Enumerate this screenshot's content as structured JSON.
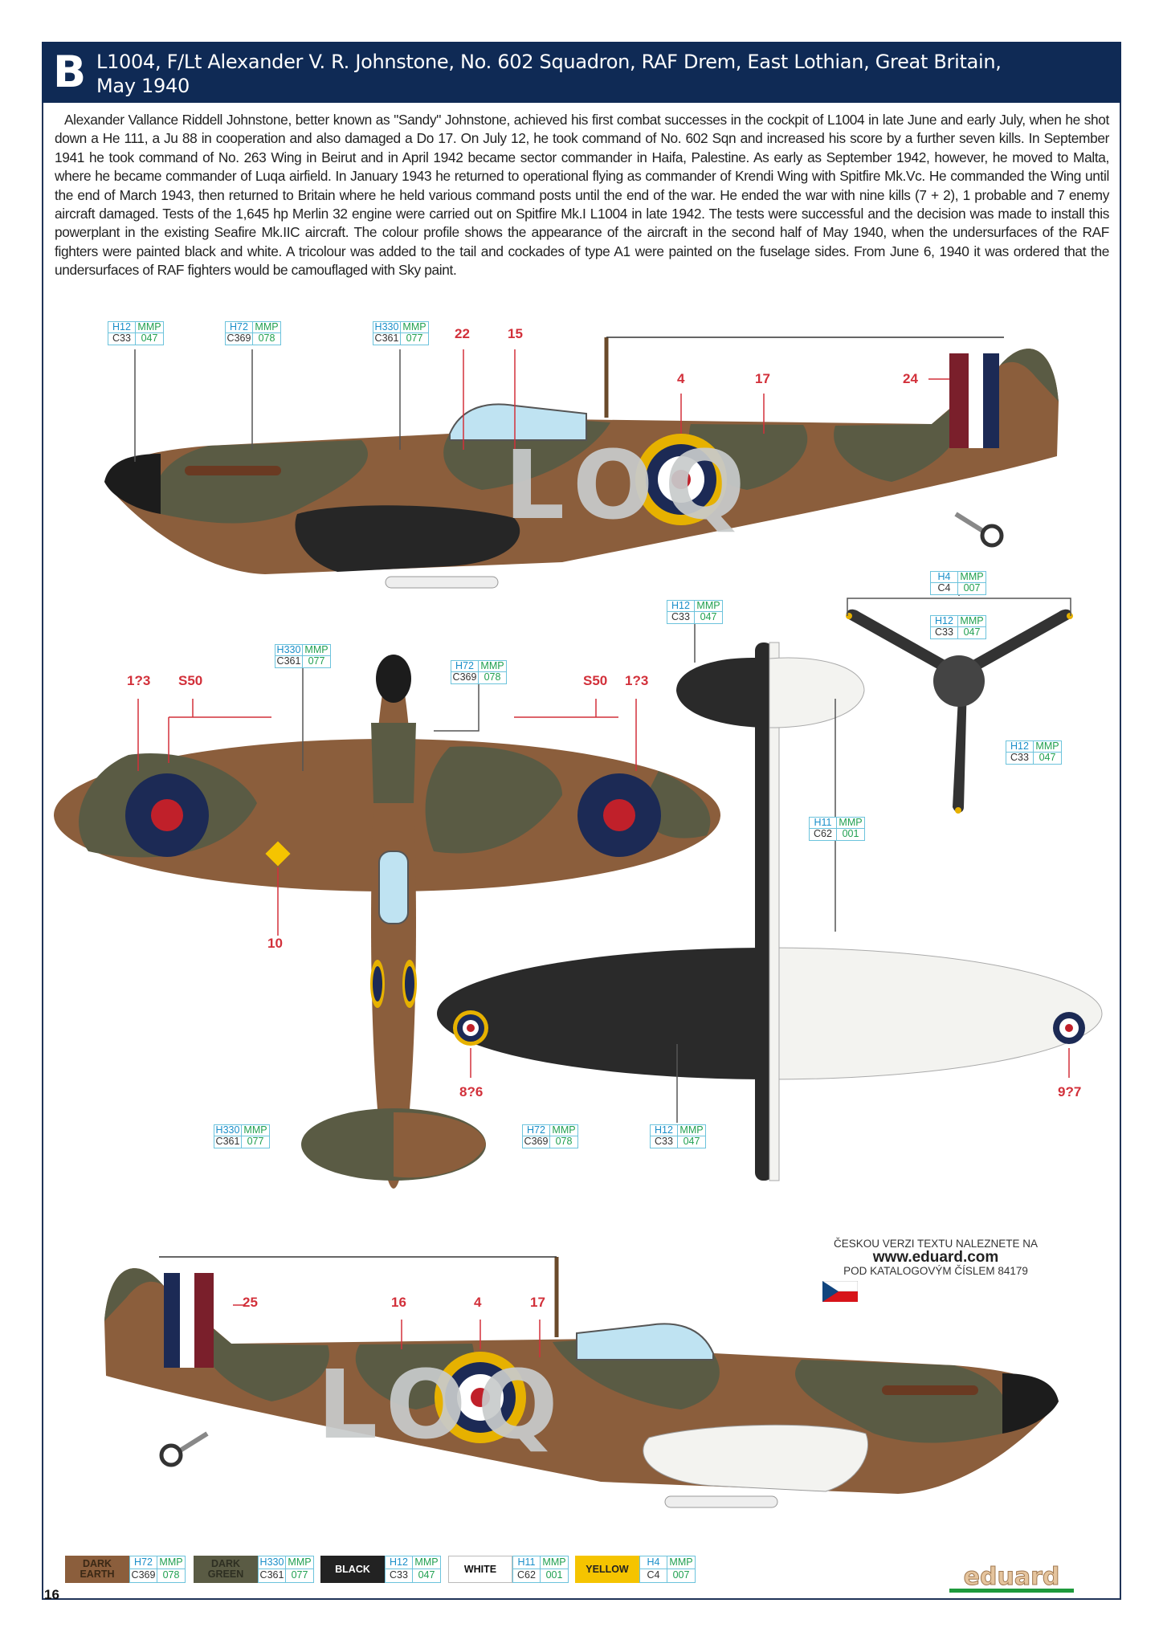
{
  "header": {
    "letter": "B",
    "title_line1": "L1004, F/Lt Alexander V. R. Johnstone, No. 602 Squadron, RAF Drem, East Lothian, Great Britain,",
    "title_line2": "May 1940"
  },
  "description": "Alexander Vallance Riddell Johnstone, better known as \"Sandy\" Johnstone, achieved his first combat successes in the cockpit of L1004 in late June and early July, when he shot down a He 111, a Ju 88 in cooperation and also damaged a Do 17. On July 12, he took command of No. 602 Sqn and increased his score by a further seven kills. In September 1941 he took command of No. 263 Wing in Beirut and in April 1942 became sector commander in Haifa, Palestine. As early as September 1942, however, he moved to Malta, where he became commander of Luqa airfield. In January 1943 he returned to operational flying as commander of Krendi Wing with Spitfire Mk.Vc. He commanded the Wing until the end of March 1943, then returned to Britain where he held various command posts until the end of the war. He ended the war with nine kills (7 + 2), 1 probable and 7 enemy aircraft damaged. Tests of the 1,645 hp Merlin 32 engine were carried out on Spitfire Mk.I L1004 in late 1942. The tests were successful and the decision was made to install this powerplant in the existing Seafire Mk.IIC aircraft. The colour profile shows the appearance of the aircraft in the second half of May 1940, when the undersurfaces of the RAF fighters were painted black and white. A tricolour was added to the tail and cockades of type A1 were painted on the fuselage sides. From June 6, 1940 it was ordered that the undersurfaces of RAF fighters would be camouflaged with Sky paint.",
  "aircraft_code": "LOQ",
  "paints": {
    "black": {
      "h": "H12",
      "m": "MMP",
      "c": "C33",
      "n": "047"
    },
    "earth": {
      "h": "H72",
      "m": "MMP",
      "c": "C369",
      "n": "078"
    },
    "green": {
      "h": "H330",
      "m": "MMP",
      "c": "C361",
      "n": "077"
    },
    "white": {
      "h": "H11",
      "m": "MMP",
      "c": "C62",
      "n": "001"
    },
    "yellow": {
      "h": "H4",
      "m": "MMP",
      "c": "C4",
      "n": "007"
    }
  },
  "stencil_numbers": {
    "top_profile": [
      "22",
      "15",
      "4",
      "17",
      "24"
    ],
    "top_view": [
      "1?3",
      "S50",
      "S50",
      "1?3",
      "10"
    ],
    "bottom_view": [
      "8?6",
      "9?7"
    ],
    "bottom_profile": [
      "25",
      "16",
      "4",
      "17"
    ]
  },
  "czech_note": {
    "line1": "ČESKOU VERZI TEXTU NALEZNETE NA",
    "url": "www.eduard.com",
    "line3": "POD KATALOGOVÝM ČÍSLEM 84179"
  },
  "legend": [
    {
      "name": "DARK EARTH",
      "color": "#8b5e3c",
      "text_color": "#3a2815"
    },
    {
      "name": "DARK GREEN",
      "color": "#5a5b44",
      "text_color": "#2e2f22"
    },
    {
      "name": "BLACK",
      "color": "#222222",
      "text_color": "#ffffff"
    },
    {
      "name": "WHITE",
      "color": "#ffffff",
      "text_color": "#111111"
    },
    {
      "name": "YELLOW",
      "color": "#f5c400",
      "text_color": "#222222"
    }
  ],
  "page_number": "16",
  "logo": "eduard"
}
